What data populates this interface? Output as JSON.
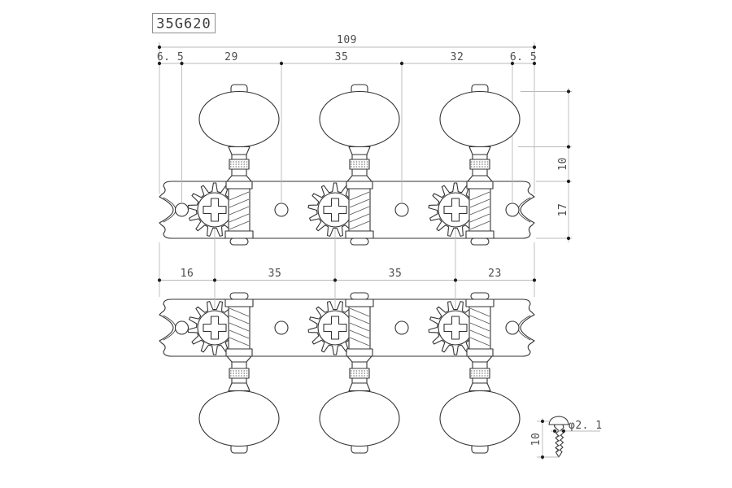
{
  "title": "35G620",
  "dims": {
    "overall": "109",
    "top_chain": [
      "6. 5",
      "29",
      "35",
      "32",
      "6. 5"
    ],
    "middle_chain": [
      "16",
      "35",
      "35",
      "23"
    ],
    "side": [
      "10",
      "17"
    ],
    "screw_length": "10",
    "screw_diameter": "φ2. 1"
  },
  "colors": {
    "outline": "#333333",
    "dimension_line": "#b9b9b9",
    "dimension_text": "#4d4d4d",
    "background": "#ffffff"
  }
}
